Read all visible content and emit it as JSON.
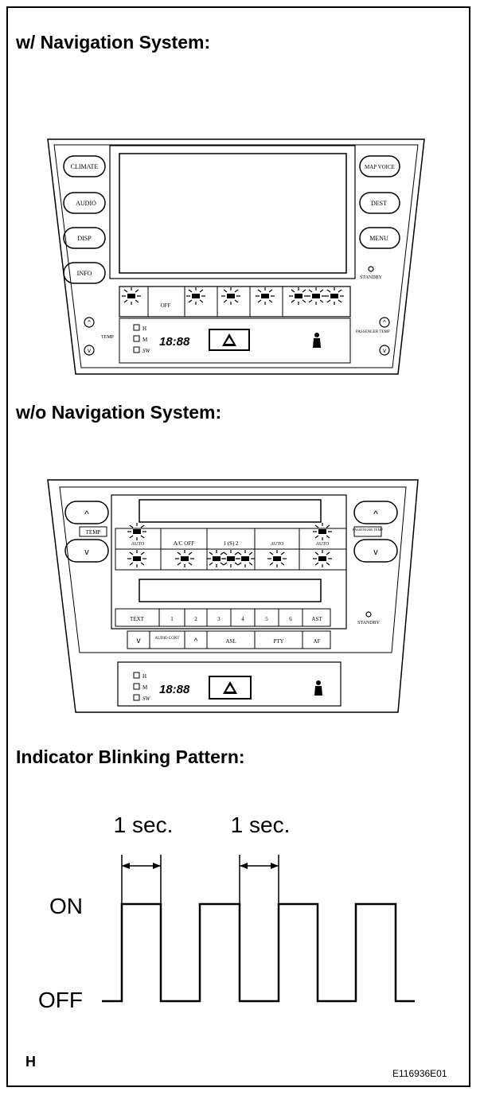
{
  "headings": {
    "nav": "w/ Navigation System:",
    "no_nav": "w/o Navigation System:",
    "pattern": "Indicator Blinking Pattern:"
  },
  "nav_panel": {
    "left_buttons": [
      "CLIMATE",
      "AUDIO",
      "DISP",
      "INFO"
    ],
    "right_buttons": [
      "MAP VOICE",
      "DEST",
      "MENU"
    ],
    "standby_label": "STANDBY",
    "temp_left": "TEMP",
    "temp_right": "PASSENGER TEMP",
    "strip_off_label": "OFF",
    "seat_heat": [
      "H",
      "M",
      "SW"
    ],
    "clock": "18:88"
  },
  "no_nav_panel": {
    "temp_left": "TEMP",
    "temp_right": "PASSENGER TEMP",
    "row1": [
      "AUTO",
      "A/C OFF",
      "1 (S) 2",
      "AUTO",
      "AUTO"
    ],
    "preset_row": [
      "TEXT",
      "1",
      "2",
      "3",
      "4",
      "5",
      "6",
      "AST"
    ],
    "bottom_row": [
      "AUDIO CONT",
      "ASL",
      "PTY",
      "AF"
    ],
    "standby_label": "STANDBY",
    "seat_heat": [
      "H",
      "M",
      "SW"
    ],
    "clock": "18:88"
  },
  "timing": {
    "labels": [
      "1 sec.",
      "1 sec."
    ],
    "on_label": "ON",
    "off_label": "OFF"
  },
  "footer": {
    "corner_letter": "H",
    "code": "E116936E01"
  }
}
